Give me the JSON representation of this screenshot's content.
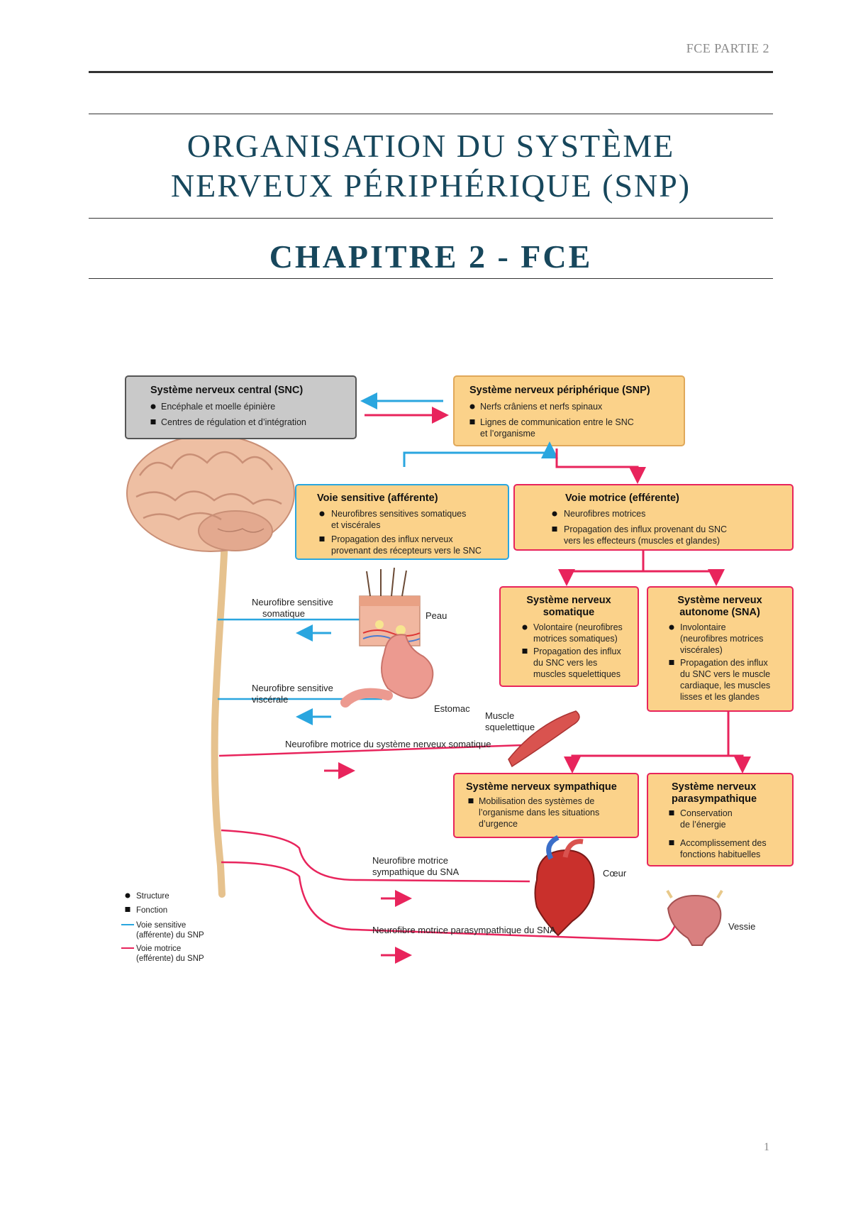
{
  "header": {
    "label": "FCE PARTIE 2"
  },
  "title": {
    "line1": "ORGANISATION DU SYSTÈME",
    "line2": "NERVEUX PÉRIPHÉRIQUE (SNP)",
    "chapter": "CHAPITRE 2 - FCE"
  },
  "figure": {
    "snc": {
      "title": "Système nerveux central (SNC)",
      "items": [
        "Encéphale et moelle épinière",
        "Centres de régulation et d’intégration"
      ]
    },
    "snp": {
      "title": "Système nerveux périphérique (SNP)",
      "items": [
        "Nerfs crâniens et nerfs spinaux",
        "Lignes de communication entre le SNC",
        "et l’organisme"
      ]
    },
    "sensory": {
      "title": "Voie sensitive (afférente)",
      "items": [
        "Neurofibres sensitives somatiques",
        "et viscérales",
        "Propagation des influx nerveux",
        "provenant des récepteurs vers le SNC"
      ]
    },
    "motor": {
      "title": "Voie motrice (efférente)",
      "items": [
        "Neurofibres motrices",
        "Propagation des influx provenant du SNC",
        "vers les effecteurs (muscles et glandes)"
      ]
    },
    "somatic": {
      "title1": "Système nerveux",
      "title2": "somatique",
      "items": [
        "Volontaire (neurofibres",
        "motrices somatiques)",
        "Propagation des influx",
        "du SNC vers les",
        "muscles squelettiques"
      ]
    },
    "autonomic": {
      "title1": "Système nerveux",
      "title2": "autonome (SNA)",
      "items": [
        "Involontaire",
        "(neurofibres motrices",
        "viscérales)",
        "Propagation des influx",
        "du SNC vers le muscle",
        "cardiaque, les muscles",
        "lisses et les glandes"
      ]
    },
    "sympathetic": {
      "title": "Système nerveux sympathique",
      "items": [
        "Mobilisation des systèmes de",
        "l’organisme dans les situations",
        "d’urgence"
      ]
    },
    "parasympathetic": {
      "title1": "Système nerveux",
      "title2": "parasympathique",
      "items": [
        "Conservation",
        "de l’énergie",
        "Accomplissement des",
        "fonctions habituelles"
      ]
    },
    "labels": {
      "somatic_sensory1": "Neurofibre sensitive",
      "somatic_sensory2": "somatique",
      "skin": "Peau",
      "visceral_sensory1": "Neurofibre sensitive",
      "visceral_sensory2": "viscérale",
      "stomach": "Estomac",
      "muscle1": "Muscle",
      "muscle2": "squelettique",
      "somatic_motor": "Neurofibre motrice du système nerveux somatique",
      "symp_motor1": "Neurofibre motrice",
      "symp_motor2": "sympathique du SNA",
      "heart": "Cœur",
      "parasymp_motor": "Neurofibre motrice parasympathique du SNA",
      "bladder": "Vessie"
    },
    "legend": {
      "structure": "Structure",
      "function": "Fonction",
      "sensory1": "Voie sensitive",
      "sensory2": "(afférente) du SNP",
      "motor1": "Voie motrice",
      "motor2": "(efférente) du SNP"
    },
    "colors": {
      "box_fill": "#fbd28a",
      "snc_fill": "#c9c9c9",
      "sensory": "#2aa6df",
      "motor": "#e8245c"
    }
  },
  "page": {
    "number": "1"
  }
}
